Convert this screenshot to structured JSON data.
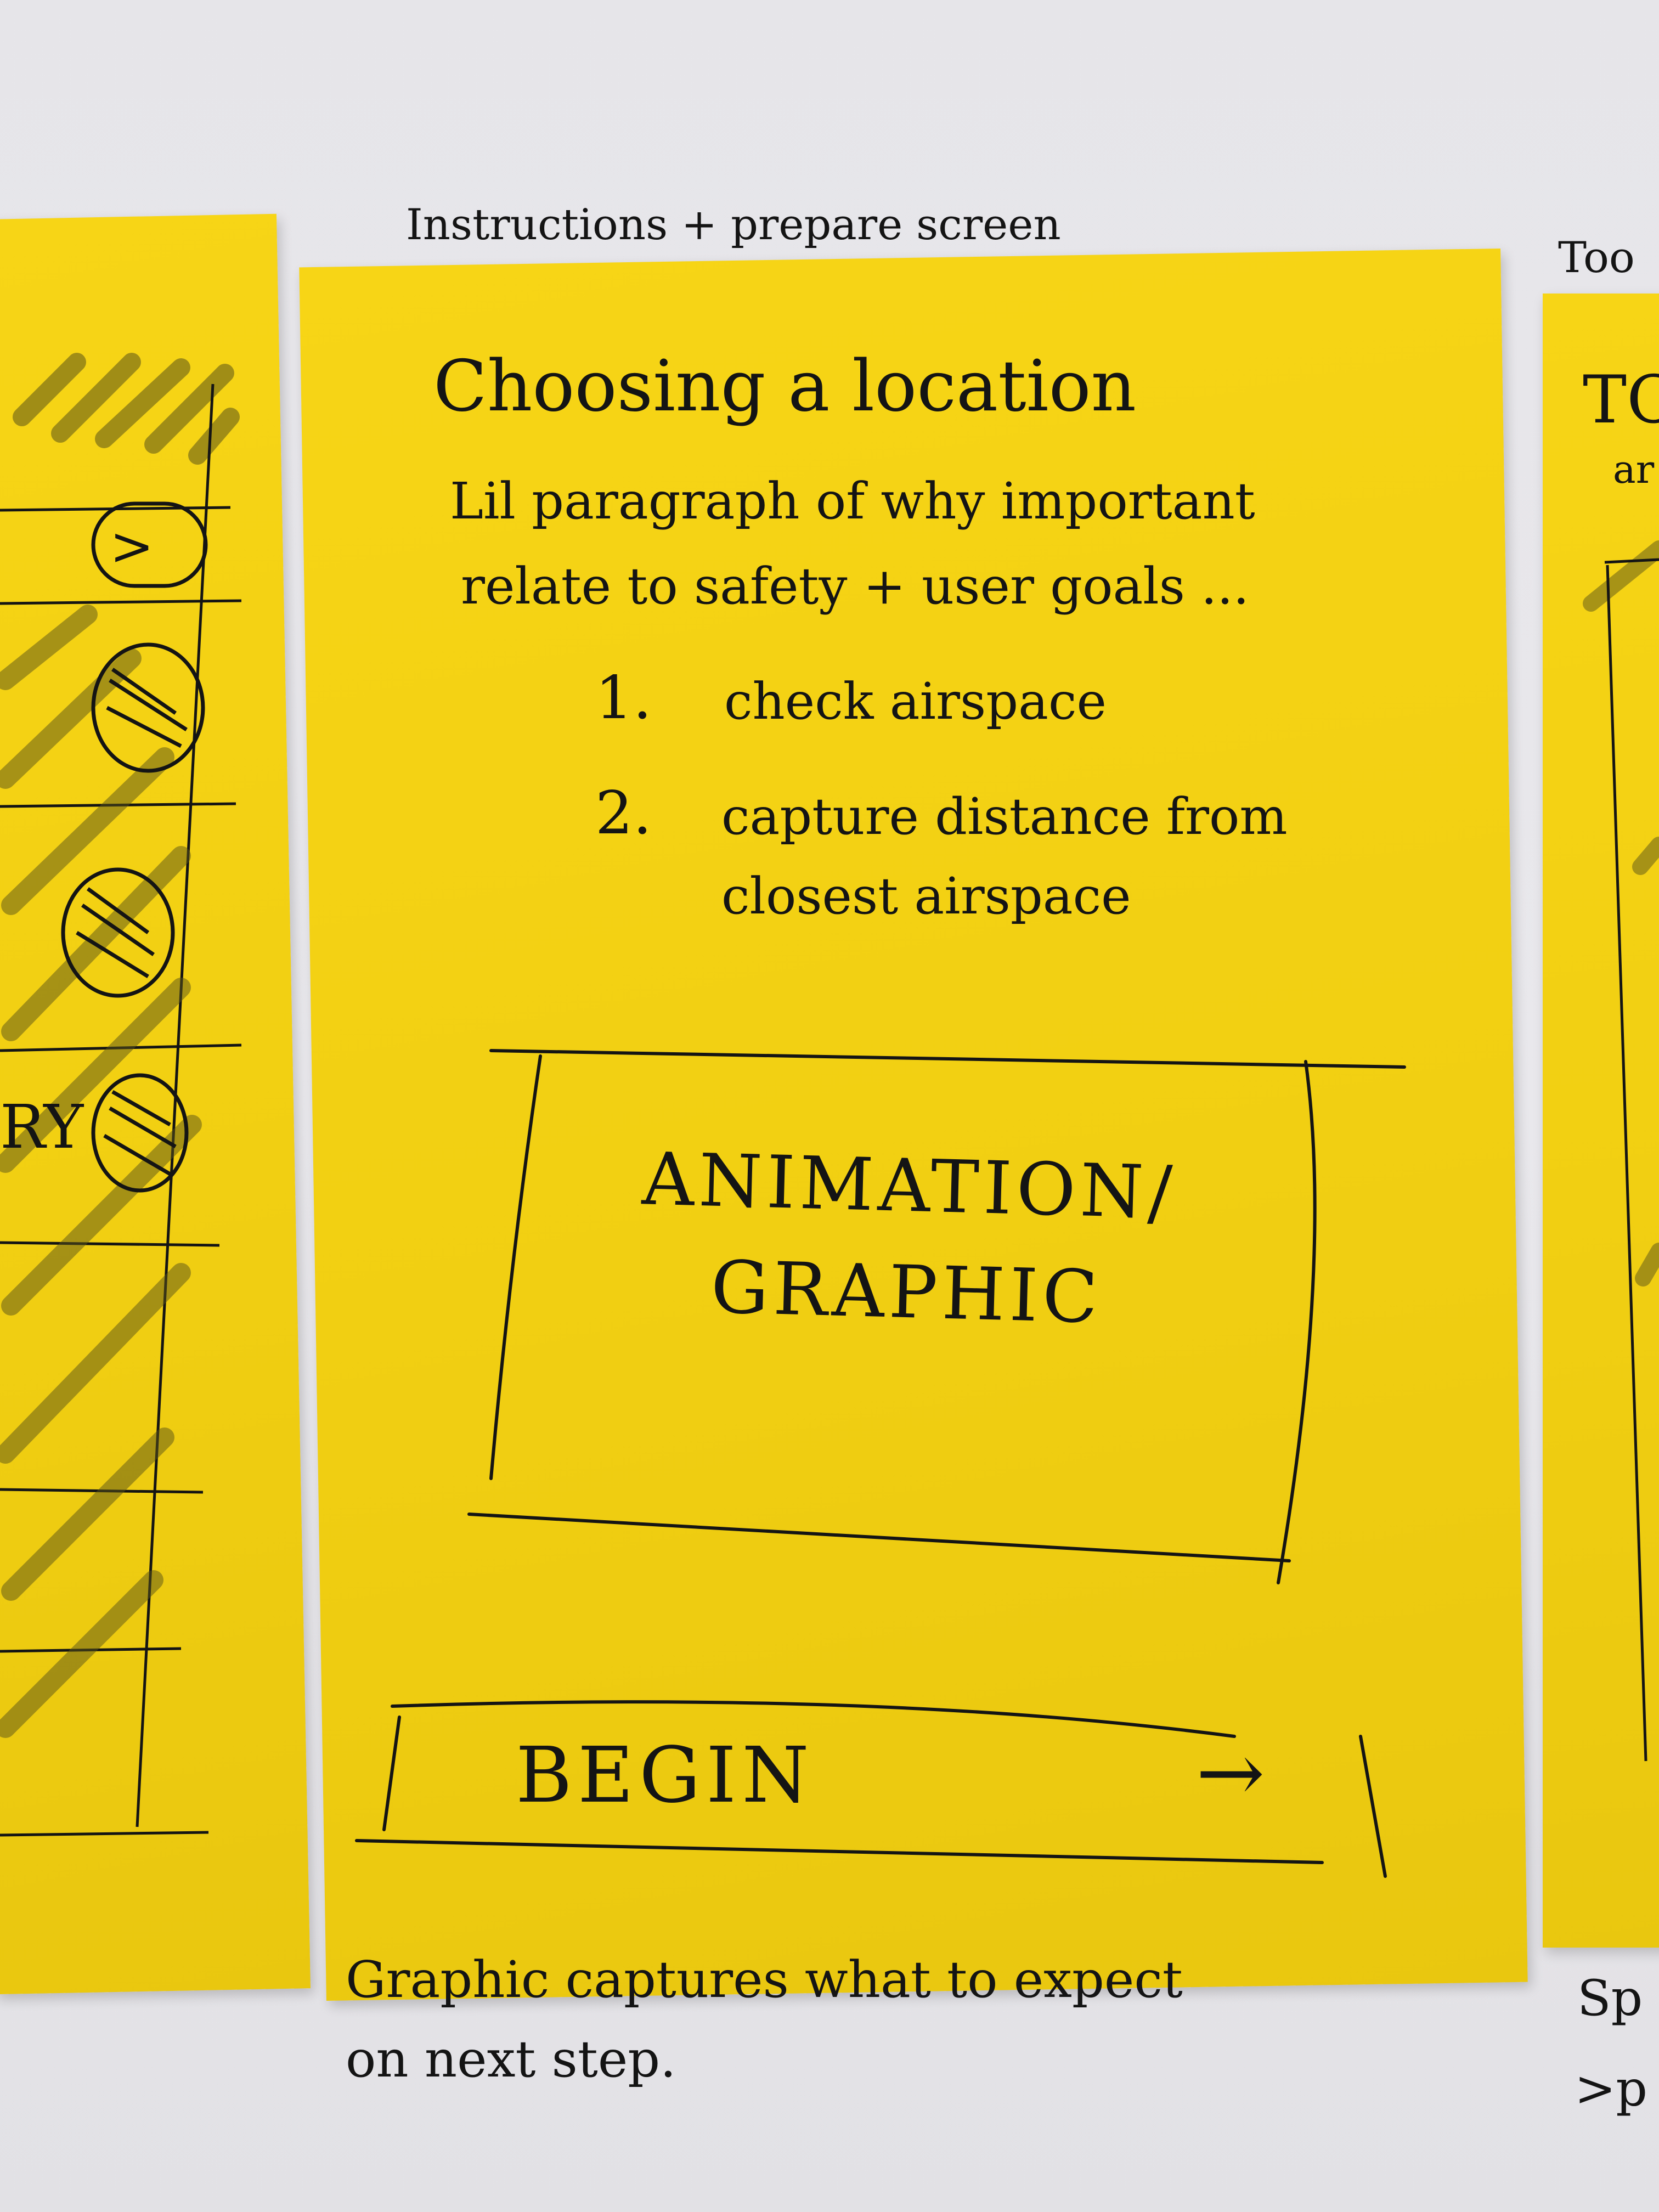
{
  "top_caption": "Instructions + prepare screen",
  "right_caption_fragment": "Too",
  "main_note": {
    "title": "Choosing a location",
    "paragraph_line1": "Lil paragraph of why important",
    "paragraph_line2": "relate to safety + user goals ...",
    "steps": [
      {
        "number": "1.",
        "text": "check airspace"
      },
      {
        "number": "2.",
        "text": "capture distance from"
      },
      {
        "number": "",
        "text": "closest airspace"
      }
    ],
    "graphic_label_line1": "ANIMATION/",
    "graphic_label_line2": "GRAPHIC",
    "button_label": "BEGIN",
    "button_arrow": "→"
  },
  "bottom_caption_line1": "Graphic captures what to expect",
  "bottom_caption_line2": "on next step.",
  "left_note": {
    "chevron": ">",
    "row_fragment": "RY"
  },
  "right_note": {
    "title_fragment": "TC",
    "subtitle_fragment": "ar"
  },
  "right_bottom_fragments": [
    "Sp",
    ">p"
  ],
  "colors": {
    "sticky_yellow": "#f4d215",
    "paper": "#e7e6ea",
    "ink": "#141414"
  }
}
